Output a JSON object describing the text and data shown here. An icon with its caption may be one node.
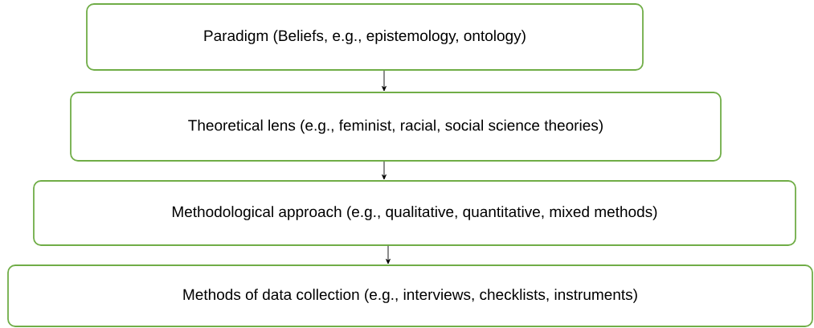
{
  "diagram": {
    "nodes": [
      {
        "text": [
          "Paradigm (Beliefs, e.g., epistemology, ontology)"
        ]
      },
      {
        "text": [
          "Theoretical lens (e.g., feminist, racial, social science theories)"
        ]
      },
      {
        "text": [
          "Methodological approach (e.g., qualitative, quantitative, mixed methods)"
        ]
      },
      {
        "text": [
          "Methods of data collection (e.g., interviews, checklists, instruments)"
        ]
      }
    ],
    "edges": [
      {
        "from": 0,
        "to": 1,
        "arrow": "to"
      },
      {
        "from": 1,
        "to": 2,
        "arrow": "to"
      },
      {
        "from": 2,
        "to": 3,
        "arrow": "to"
      }
    ]
  }
}
